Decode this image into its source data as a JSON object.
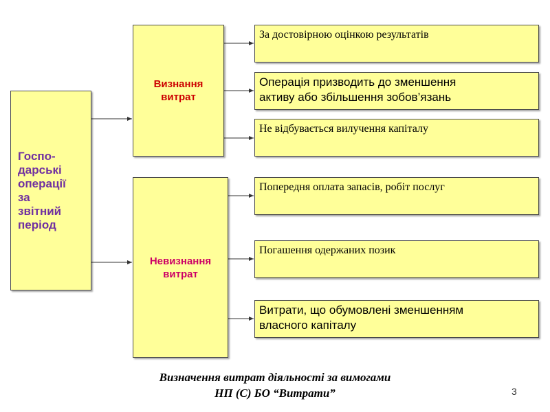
{
  "source_box": {
    "lines": [
      "Госпо-",
      "дарські",
      "операції",
      "за",
      "звітний",
      "період"
    ]
  },
  "middle": {
    "recognition": {
      "lines": [
        "Визнання",
        "витрат"
      ]
    },
    "non_recognition": {
      "lines": [
        "Невизнання",
        "витрат"
      ]
    }
  },
  "results": {
    "r1": {
      "lines": [
        "За достовірною оцінкою результатів"
      ]
    },
    "r2": {
      "lines": [
        "Операція призводить до зменшення",
        "активу або збільшення зобов’язань"
      ]
    },
    "r3": {
      "lines": [
        "Не відбувається вилучення капіталу"
      ]
    },
    "r4": {
      "lines": [
        "Попередня оплата запасів, робіт послуг"
      ]
    },
    "r5": {
      "lines": [
        "Погашення одержаних позик"
      ]
    },
    "r6": {
      "lines": [
        "Витрати, що обумовлені зменшенням",
        "власного капіталу"
      ]
    }
  },
  "caption": {
    "lines": [
      "Визначення витрат діяльності за вимогами",
      "НП (С) БО “Витрати”"
    ]
  },
  "page_number": "3",
  "colors": {
    "box_fill": "#ffff99",
    "source_text": "#7030a0",
    "recognition_text": "#cc0000",
    "non_recognition_text": "#cc0066"
  }
}
